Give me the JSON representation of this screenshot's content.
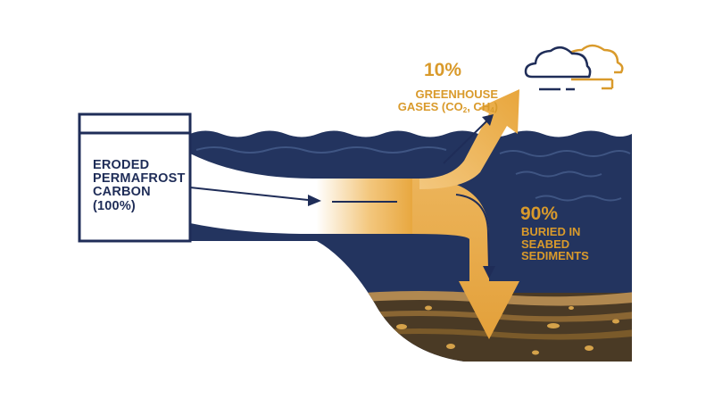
{
  "source": {
    "lines": [
      "ERODED",
      "PERMAFROST",
      "CARBON",
      "(100%)"
    ]
  },
  "greenhouse": {
    "percent": "10%",
    "line1": "GREENHOUSE",
    "line2_prefix": "GASES (CO",
    "co2_sub": "2",
    "line2_mid": ", CH",
    "ch4_sub": "4",
    "line2_suffix": ")"
  },
  "buried": {
    "percent": "90%",
    "lines": [
      "BURIED IN",
      "SEABED",
      "SEDIMENTS"
    ]
  },
  "colors": {
    "navy": "#1f2d58",
    "gold": "#d99a2b",
    "sediment": "#7a5a2a",
    "background": "#ffffff"
  },
  "icons": [
    "cloud-icon",
    "cloud-icon"
  ]
}
